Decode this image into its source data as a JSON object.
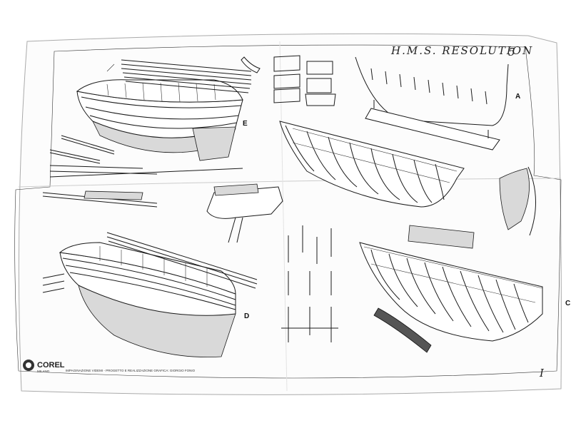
{
  "sheet": {
    "title": "H.M.S. RESOLUTION",
    "sheet_number": "5",
    "page_mark": "I",
    "label_A": "A",
    "label_C": "C",
    "label_D": "D",
    "label_E": "E"
  },
  "credits": {
    "brand": "COREL",
    "city": "MILANO",
    "designer": "IMPAGINAZIONE VIDEMI - PROGETTO E REALIZZAZIONE GRAFICA: GIORGIO FONIO"
  },
  "colors": {
    "paper": "#fcfcfc",
    "ink": "#1a1a1a",
    "shade": "#d9d9d9"
  }
}
